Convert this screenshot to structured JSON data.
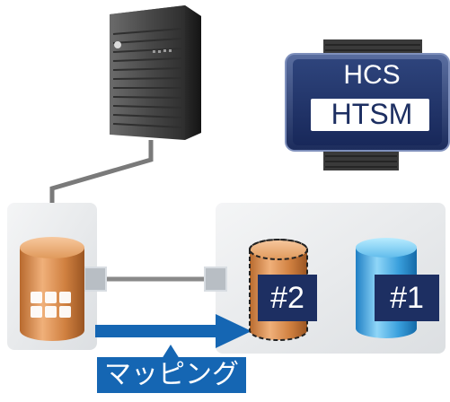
{
  "management": {
    "hcs_label": "HCS",
    "htsm_label": "HTSM"
  },
  "volumes": {
    "target_label": "#2",
    "source_label": "#1"
  },
  "connection": {
    "mapping_label": "マッピング"
  },
  "colors": {
    "brand_navy": "#1d2f62",
    "mapping_arrow": "#1566b3",
    "orange_volume": "#d7894a",
    "blue_volume": "#3aa0dd",
    "panel_gray": "#eceef0",
    "server_dark": "#3a3a3a"
  },
  "icons": [
    "tower-server-icon",
    "storage-cylinder-icon",
    "grid-icon",
    "mapping-arrow-icon"
  ]
}
